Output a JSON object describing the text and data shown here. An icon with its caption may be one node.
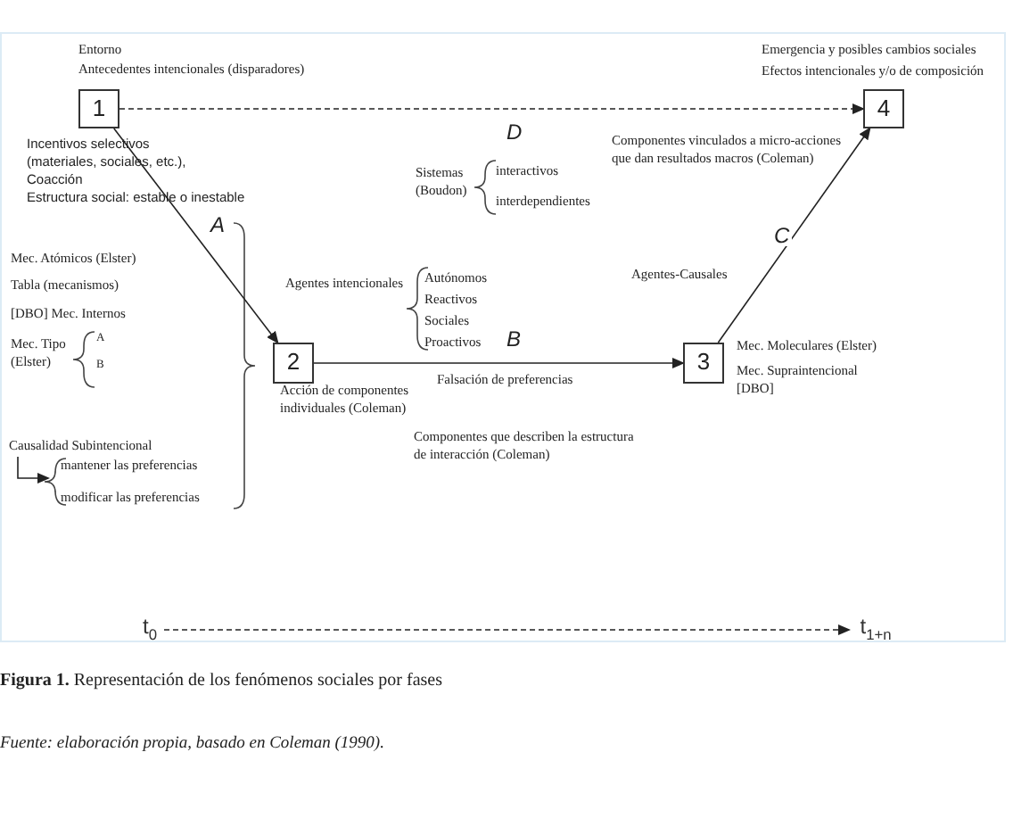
{
  "diagram": {
    "caption": "**Figura 1.** Representación de los fenómenos sociales por fases",
    "nodes": [
      {
        "text": [
          "1"
        ],
        "beside": [
          "Entorno",
          "Antecedentes intencionales (disparadores)",
          "Incentivos selectivos (materiales, sociales, etc.),",
          "Coacción",
          "Estructura social: estable o inestable"
        ]
      },
      {
        "text": [
          "2"
        ],
        "beside": [
          "Acción de componentes individuales (Coleman)",
          "Agentes intencionales"
        ]
      },
      {
        "text": [
          "3"
        ],
        "beside": [
          "Mec. Moleculares (Elster)",
          "Mec. Supraintencional [DBO]"
        ]
      },
      {
        "text": [
          "4"
        ],
        "beside": [
          "Emergencia y posibles cambios sociales",
          "Efectos intencionales y/o de composición",
          "Componentes vinculados a micro-acciones que dan resultados macros (Coleman)"
        ]
      },
      {
        "text": [
          "t$_{0}$"
        ]
      },
      {
        "text": [
          "t$_{1+n}$"
        ]
      },
      {
        "text": [
          "Causalidad Subintencional"
        ]
      },
      {
        "text": [
          "mantener las preferencias",
          "modificar las preferencias"
        ]
      }
    ],
    "edges": [
      {
        "from": 0,
        "to": 1,
        "arrow": "to",
        "label": "A"
      },
      {
        "from": 1,
        "to": 2,
        "arrow": "to",
        "label": "B"
      },
      {
        "from": 2,
        "to": 3,
        "arrow": "to",
        "label": "C"
      },
      {
        "from": 0,
        "to": 3,
        "arrow": "to",
        "label": "D",
        "style": "dashed"
      },
      {
        "from": 4,
        "to": 5,
        "arrow": "to",
        "style": "dashed"
      },
      {
        "from": 6,
        "to": 7,
        "arrow": "to"
      }
    ],
    "labels": [
      "Mec. Atómicos (Elster)",
      "Tabla (mecanismos)",
      "[DBO] Mec. Internos",
      "Mec. Tipo (Elster)",
      "A",
      "B",
      "Sistemas (Boudon)",
      "interactivos",
      "interdependientes",
      "Autónomos",
      "Reactivos",
      "Sociales",
      "Proactivos",
      "Agentes-Causales",
      "Falsación de preferencias",
      "Componentes que describen la estructura de interacción (Coleman)",
      "Fuente: elaboración propia, basado en Coleman (1990)."
    ]
  }
}
